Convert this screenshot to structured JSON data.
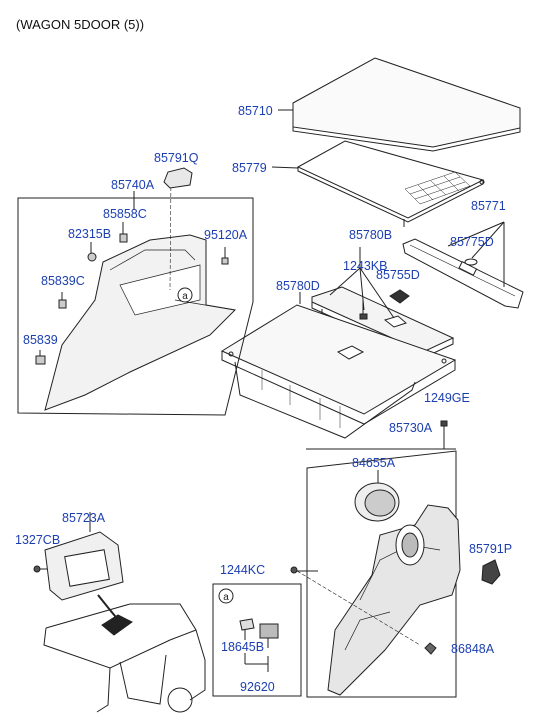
{
  "header": {
    "variant": "(WAGON 5DOOR (5))"
  },
  "parts": {
    "p85710": "85710",
    "p85779": "85779",
    "p85771": "85771",
    "p85775D": "85775D",
    "p85791Q": "85791Q",
    "p85740A": "85740A",
    "p85858C": "85858C",
    "p82315B": "82315B",
    "p95120A": "95120A",
    "p85839C": "85839C",
    "p85839": "85839",
    "p85780B": "85780B",
    "p1243KB": "1243KB",
    "p85755D": "85755D",
    "p85780D": "85780D",
    "p1249GE": "1249GE",
    "p85730A": "85730A",
    "p84655A": "84655A",
    "p85791P": "85791P",
    "p85723A": "85723A",
    "p1327CB": "1327CB",
    "p1244KC": "1244KC",
    "p18645B": "18645B",
    "p92620": "92620",
    "p86848A": "86848A"
  },
  "callouts": {
    "a_main": "a",
    "a_box": "a"
  }
}
